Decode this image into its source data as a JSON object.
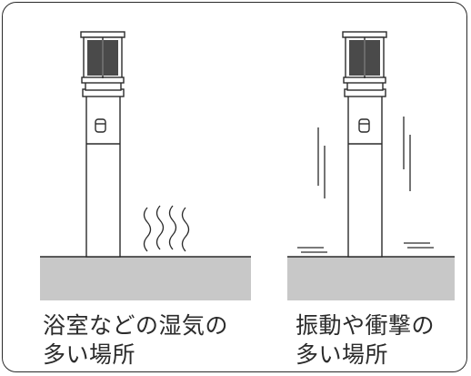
{
  "panels": [
    {
      "caption_line1": "浴室などの湿気の",
      "caption_line2": "多い場所"
    },
    {
      "caption_line1": "振動や衝撃の",
      "caption_line2": "多い場所"
    }
  ],
  "colors": {
    "ground": "#c8c8c8",
    "line": "#2a2a2a",
    "background": "#ffffff"
  }
}
